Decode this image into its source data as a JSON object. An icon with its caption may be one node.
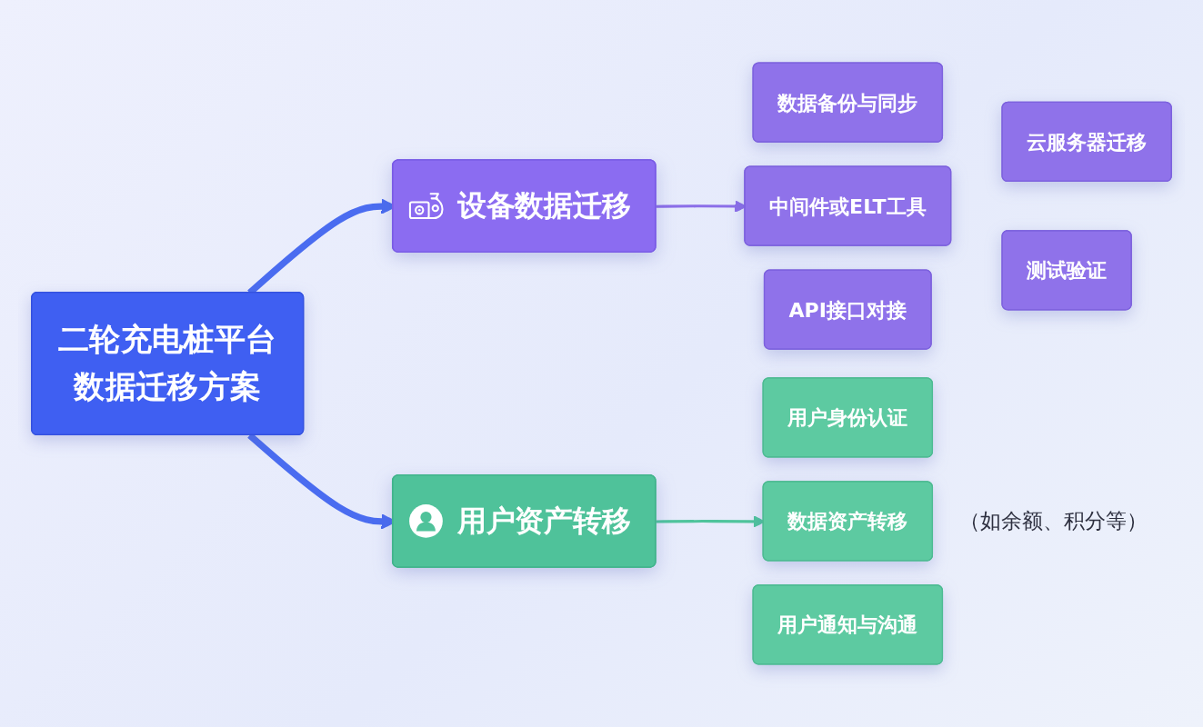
{
  "diagram": {
    "nodes": [
      {
        "text": [
          "二轮充电桩平台数据迁移方案"
        ]
      },
      {
        "text": [
          "设备数据迁移"
        ]
      },
      {
        "text": [
          "数据备份与同步"
        ]
      },
      {
        "text": [
          "中间件或ELT工具"
        ]
      },
      {
        "text": [
          "API接口对接"
        ]
      },
      {
        "text": [
          "云服务器迁移"
        ]
      },
      {
        "text": [
          "测试验证"
        ]
      },
      {
        "text": [
          "用户资产转移"
        ]
      },
      {
        "text": [
          "用户身份认证"
        ]
      },
      {
        "text": [
          "数据资产转移"
        ],
        "beside": [
          "（如余额、积分等）"
        ]
      },
      {
        "text": [
          "用户通知与沟通"
        ]
      }
    ],
    "edges": [
      {
        "from": 0,
        "to": 1,
        "arrow": "to",
        "style": "thick"
      },
      {
        "from": 0,
        "to": 7,
        "arrow": "to",
        "style": "thick"
      },
      {
        "from": 1,
        "to": 3,
        "arrow": "to",
        "color": "#8b6ee8"
      },
      {
        "from": 7,
        "to": 9,
        "arrow": "to",
        "color": "#4fc49c"
      }
    ]
  }
}
